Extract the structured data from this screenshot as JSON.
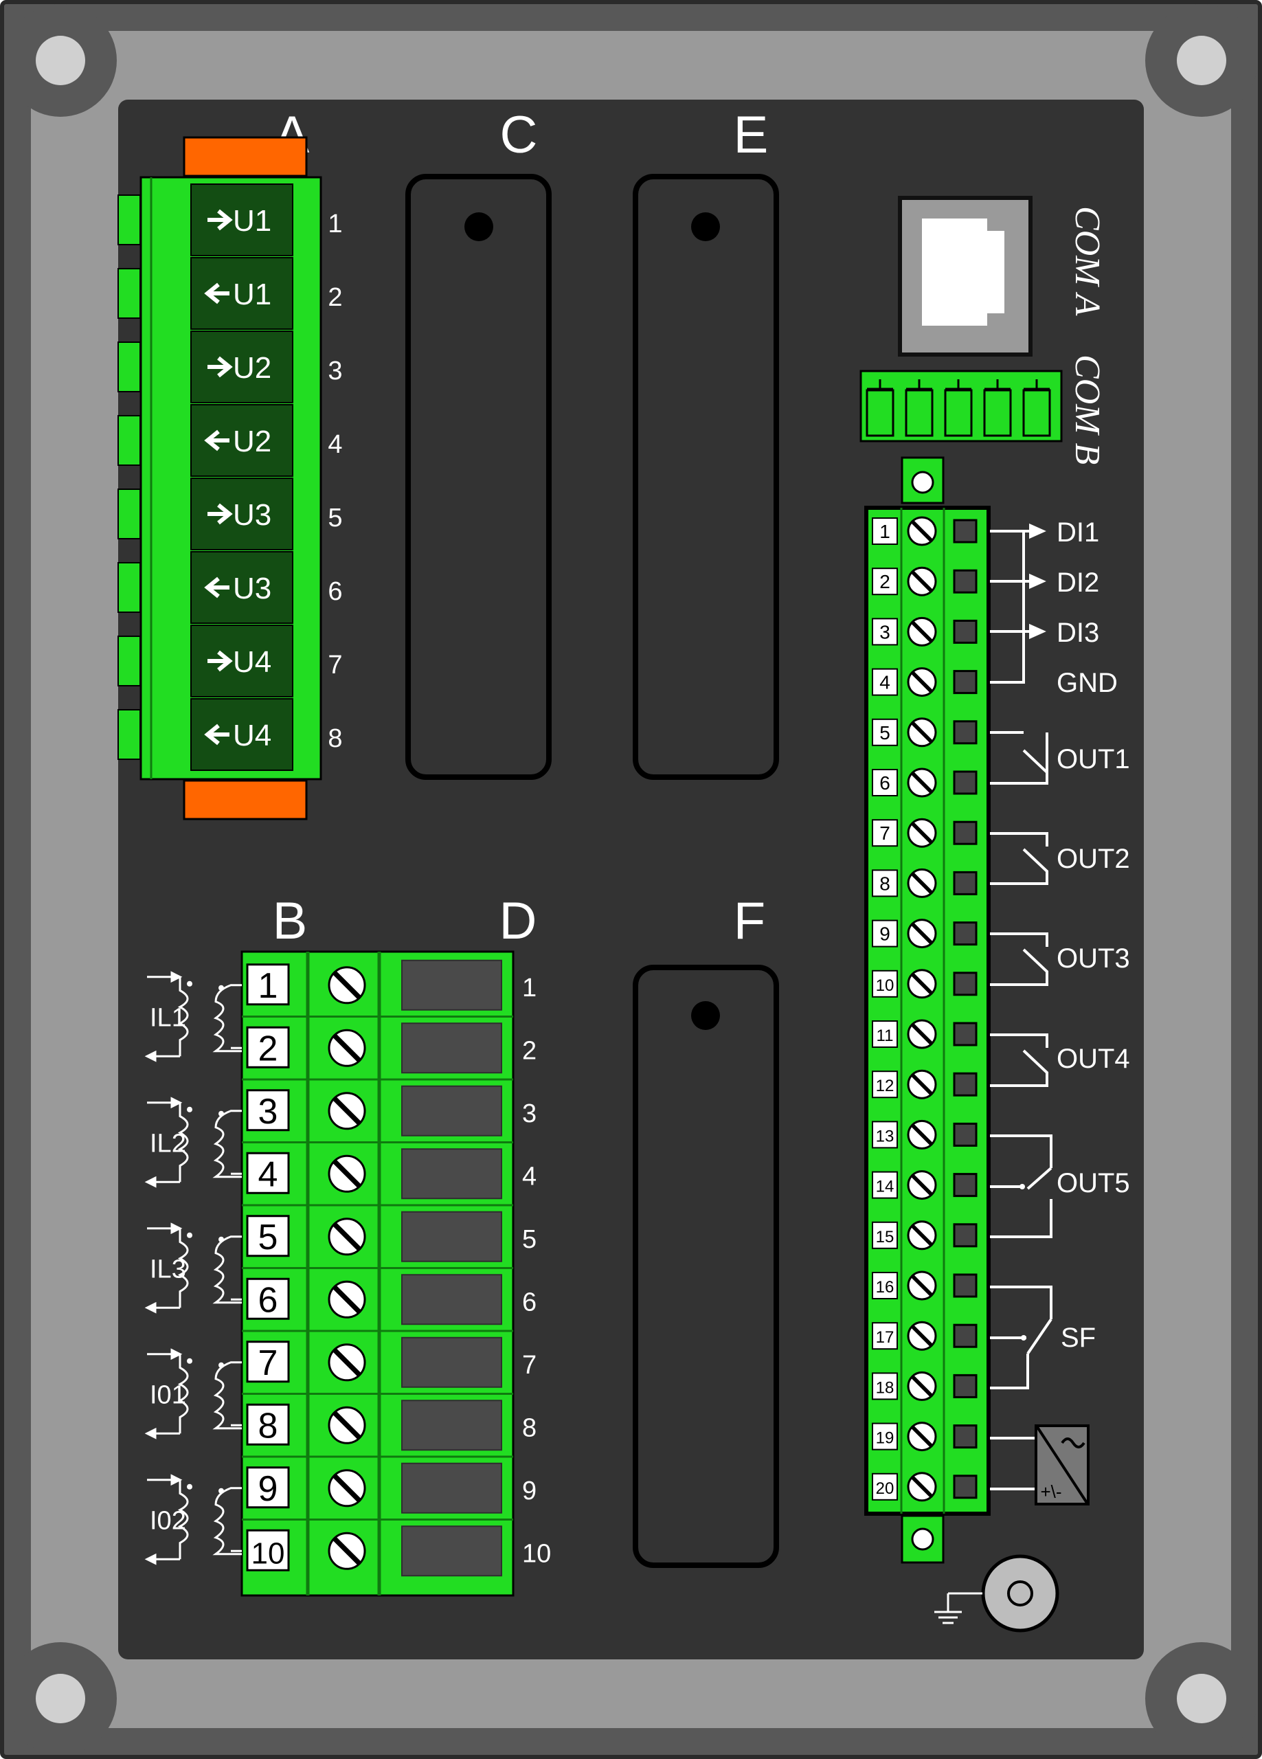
{
  "colors": {
    "frame": "#585858",
    "frame_inner": "#9a9a9a",
    "panel": "#333333",
    "green": "#22dd22",
    "green_dark": "#0f7a0f",
    "orange": "#ff6600",
    "white": "#ffffff",
    "screw_slot": "#222222"
  },
  "slots": {
    "a": "A",
    "b": "B",
    "c": "C",
    "d": "D",
    "e": "E",
    "f": "F"
  },
  "connector_a": {
    "rows": [
      {
        "dir": "in",
        "label": "U1",
        "num": "1"
      },
      {
        "dir": "out",
        "label": "U1",
        "num": "2"
      },
      {
        "dir": "in",
        "label": "U2",
        "num": "3"
      },
      {
        "dir": "out",
        "label": "U2",
        "num": "4"
      },
      {
        "dir": "in",
        "label": "U3",
        "num": "5"
      },
      {
        "dir": "out",
        "label": "U3",
        "num": "6"
      },
      {
        "dir": "in",
        "label": "U4",
        "num": "7"
      },
      {
        "dir": "out",
        "label": "U4",
        "num": "8"
      }
    ]
  },
  "connector_b": {
    "terminals": [
      "1",
      "2",
      "3",
      "4",
      "5",
      "6",
      "7",
      "8",
      "9",
      "10"
    ],
    "side_numbers": [
      "1",
      "2",
      "3",
      "4",
      "5",
      "6",
      "7",
      "8",
      "9",
      "10"
    ],
    "ct_labels": [
      "IL1",
      "IL2",
      "IL3",
      "I01",
      "I02"
    ]
  },
  "com": {
    "port_a": "COM A",
    "port_b": "COM B"
  },
  "terminal_block": {
    "numbers": [
      "1",
      "2",
      "3",
      "4",
      "5",
      "6",
      "7",
      "8",
      "9",
      "10",
      "11",
      "12",
      "13",
      "14",
      "15",
      "16",
      "17",
      "18",
      "19",
      "20"
    ],
    "signals": {
      "di1": "DI1",
      "di2": "DI2",
      "di3": "DI3",
      "gnd": "GND",
      "out1": "OUT1",
      "out2": "OUT2",
      "out3": "OUT3",
      "out4": "OUT4",
      "out5": "OUT5",
      "sf": "SF",
      "psu_dc": "+\\-"
    }
  }
}
